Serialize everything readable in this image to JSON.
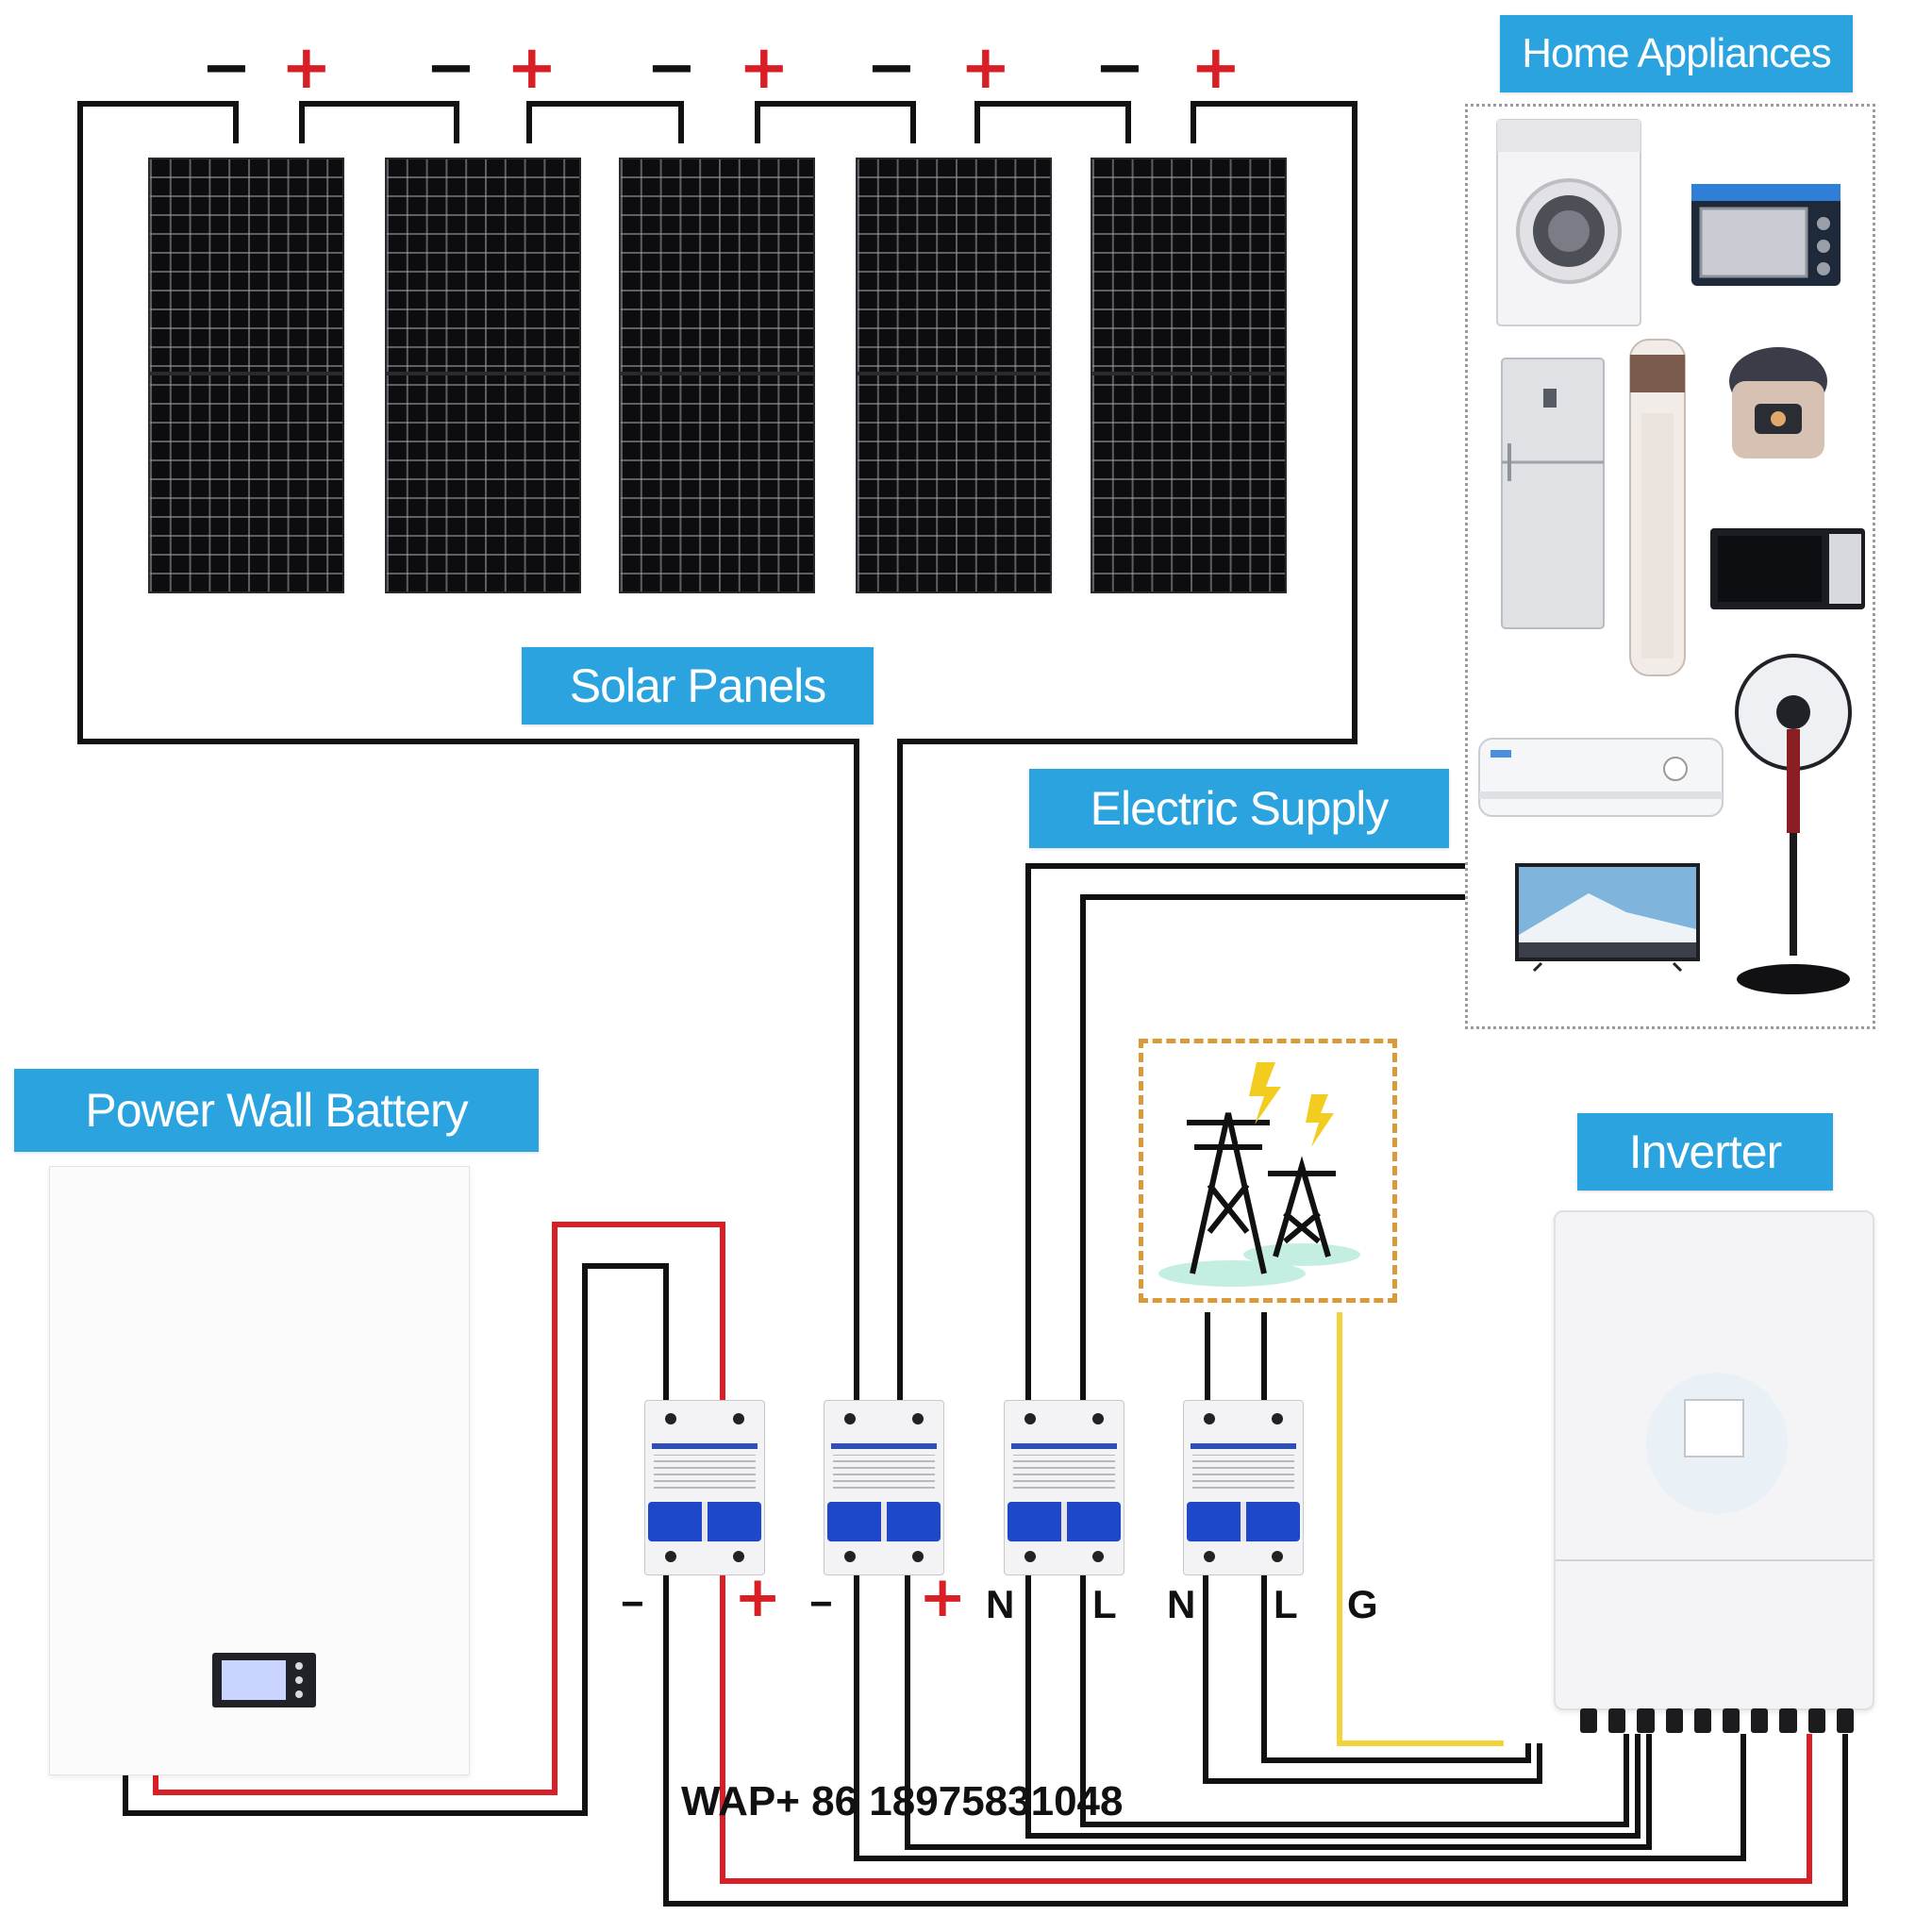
{
  "labels": {
    "home_appliances": "Home Appliances",
    "solar_panels": "Solar Panels",
    "electric_supply": "Electric Supply",
    "power_wall_battery": "Power Wall Battery",
    "inverter": "Inverter"
  },
  "panel_terminals": [
    "−",
    "+"
  ],
  "breaker_terminals": {
    "battery_minus": "−",
    "battery_plus": "+",
    "pv_minus": "−",
    "pv_plus": "+",
    "load_n": "N",
    "load_l": "L",
    "grid_n": "N",
    "grid_l": "L",
    "ground": "G"
  },
  "watermark": "WAP+ 86 18975831048",
  "colors": {
    "label_bg": "#2aa3df",
    "wire_black": "#111111",
    "wire_red": "#d81f26",
    "wire_yellow": "#f2d33a",
    "grid_box_border": "#d99a3a",
    "breaker_toggle": "#1f48c8"
  },
  "icons": {
    "panels": "solar-panel-icon",
    "breakers": "circuit-breaker-icon",
    "grid": "power-tower-icon",
    "lightning": "lightning-bolt-icon",
    "appliances": [
      "washing-machine-icon",
      "toaster-oven-icon",
      "refrigerator-icon",
      "tower-air-conditioner-icon",
      "rice-cooker-icon",
      "microwave-icon",
      "wall-air-conditioner-icon",
      "standing-fan-icon",
      "television-icon"
    ]
  }
}
